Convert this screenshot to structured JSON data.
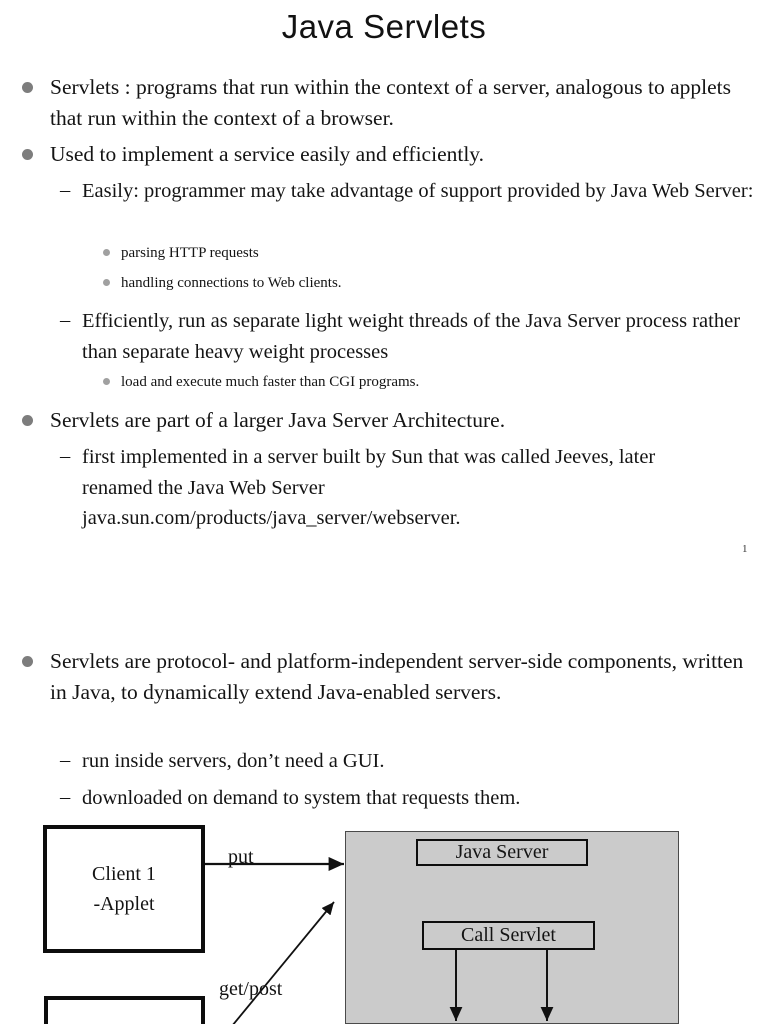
{
  "slide1": {
    "title": "Java Servlets",
    "bullets": [
      {
        "level": 1,
        "text": "Servlets : programs that run within the context of a server, analogous to applets that run within the context of a browser."
      },
      {
        "level": 1,
        "text": "Used to implement a service easily and efficiently."
      },
      {
        "level": 2,
        "text": "Easily: programmer may take advantage of support provided by Java Web Server:"
      },
      {
        "level": 3,
        "text": "parsing HTTP requests"
      },
      {
        "level": 3,
        "text": " handling connections to Web clients."
      },
      {
        "level": 2,
        "text": "Efficiently, run as separate light weight threads of the Java Server process rather than separate heavy weight processes"
      },
      {
        "level": 3,
        "text": "load and execute much faster than CGI programs."
      },
      {
        "level": 1,
        "text": "Servlets are part of a larger Java Server Architecture."
      },
      {
        "level": 2,
        "text": " first implemented in a server built by Sun that was called Jeeves, later renamed the Java Web Server java.sun.com/products/java_server/webserver."
      }
    ],
    "page_number": "1"
  },
  "slide2": {
    "bullets": [
      {
        "level": 1,
        "text": "Servlets are protocol- and platform-independent server-side components, written in Java, to dynamically extend Java-enabled servers."
      },
      {
        "level": 2,
        "text": "run inside servers, don’t need a GUI."
      },
      {
        "level": 2,
        "text": "downloaded on demand to system that requests them."
      }
    ],
    "diagram": {
      "client1_line1": "Client 1",
      "client1_line2": "-Applet",
      "server_panel_label": "Java Server",
      "call_servlet_label": "Call Servlet",
      "put_label": "put",
      "getpost_label": "get/post",
      "panel_fill": "#cbcbcb"
    }
  }
}
